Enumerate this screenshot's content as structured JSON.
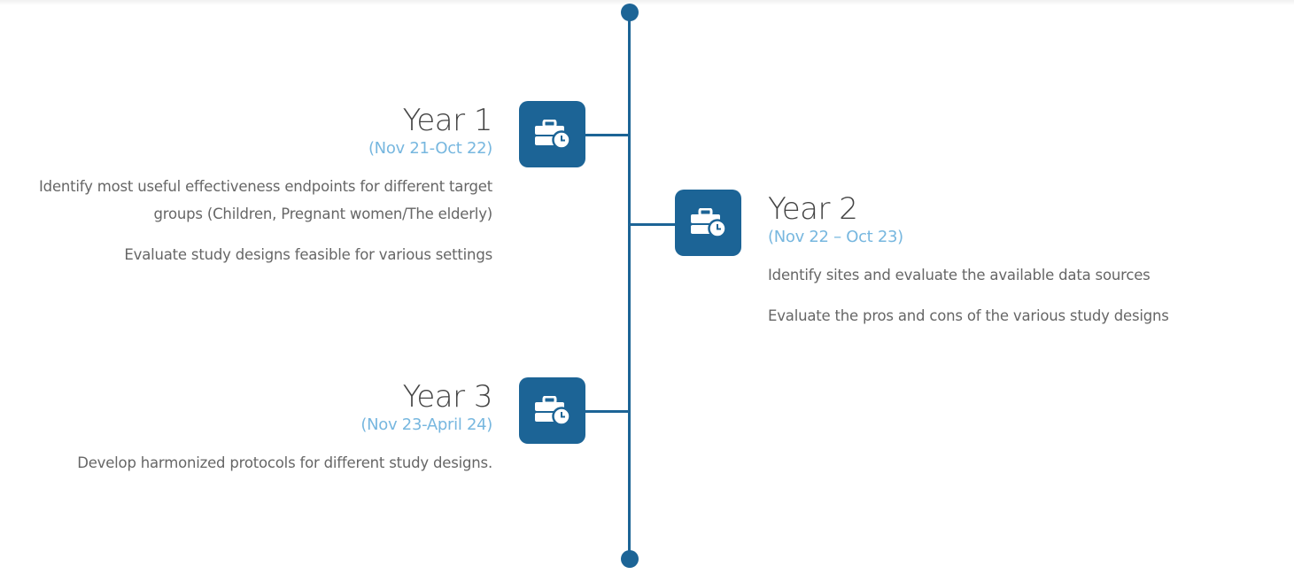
{
  "timeline": {
    "entries": [
      {
        "title": "Year 1",
        "range": "(Nov 21-Oct 22)",
        "items": [
          "Identify most useful effectiveness endpoints for different target groups (Children, Pregnant women/The elderly)",
          "Evaluate study designs feasible for various settings"
        ],
        "icon": "briefcase-clock-icon",
        "side": "left"
      },
      {
        "title": "Year 2",
        "range": "(Nov 22 – Oct 23)",
        "items": [
          "Identify sites and evaluate the available data sources",
          "Evaluate the pros and cons of the various study designs"
        ],
        "icon": "briefcase-clock-icon",
        "side": "right"
      },
      {
        "title": "Year 3",
        "range": "(Nov 23-April 24)",
        "items": [
          "Develop harmonized protocols for different study designs."
        ],
        "icon": "briefcase-clock-icon",
        "side": "left"
      }
    ]
  },
  "colors": {
    "accent": "#1c6496",
    "range_text": "#77b7df",
    "title_text": "#444444",
    "body_text": "#666666"
  }
}
